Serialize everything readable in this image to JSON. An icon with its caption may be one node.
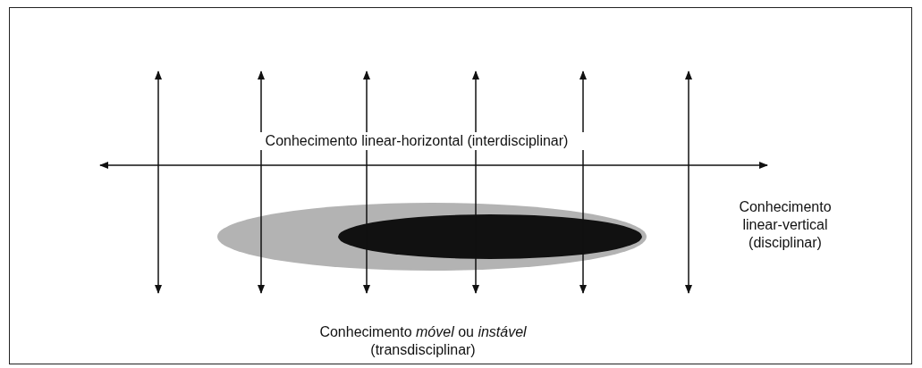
{
  "diagram": {
    "labels": [
      "Conhecimento linear-horizontal (interdisciplinar)",
      "Conhecimento linear-vertical (disciplinar)",
      "Conhecimento *móvel* ou *instável* (transdisciplinar)"
    ]
  }
}
